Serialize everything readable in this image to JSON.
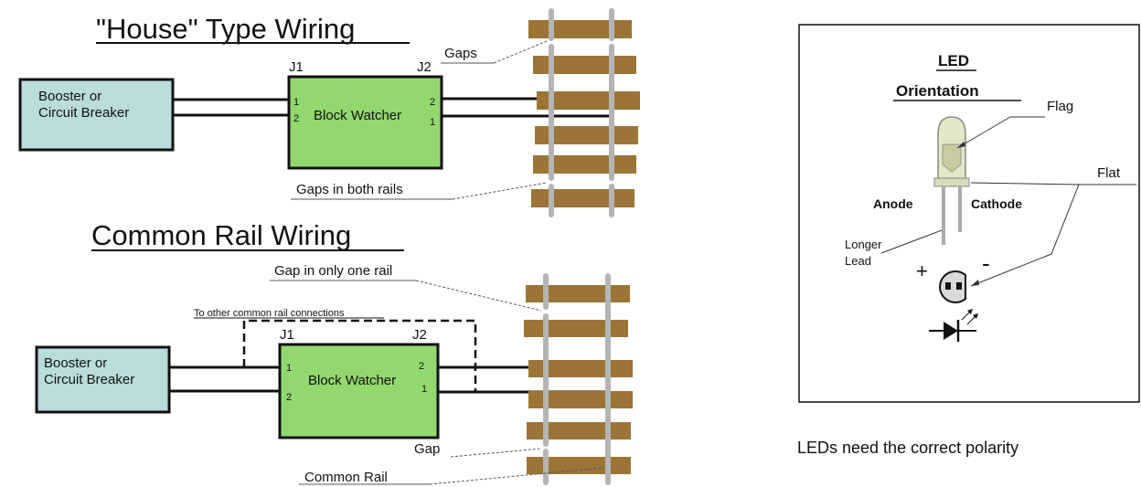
{
  "house": {
    "title": "\"House\" Type Wiring",
    "source_label": [
      "Booster or",
      "Circuit Breaker"
    ],
    "block_label": "Block Watcher",
    "j1": "J1",
    "j2": "J2",
    "pin1": "1",
    "pin2": "2",
    "gaps": "Gaps",
    "gaps_both": "Gaps in both rails"
  },
  "common": {
    "title": "Common Rail Wiring",
    "source_label": [
      "Booster or",
      "Circuit Breaker"
    ],
    "block_label": "Block Watcher",
    "j1": "J1",
    "j2": "J2",
    "pin1": "1",
    "pin2": "2",
    "gap_one": "Gap in only one rail",
    "other_connections": "To other common rail connections",
    "gap": "Gap",
    "common_rail": "Common Rail"
  },
  "led": {
    "title_line1": "LED",
    "title_line2": "Orientation",
    "flag": "Flag",
    "flat": "Flat",
    "anode": "Anode",
    "cathode": "Cathode",
    "longer_lead": [
      "Longer",
      "Lead"
    ],
    "plus": "+",
    "minus": "-",
    "caption": "LEDs need the correct polarity"
  },
  "colors": {
    "source_box": "#b9dcdc",
    "block_box": "#92d86e",
    "tie": "#9b7536",
    "rail": "#b4b4b4"
  }
}
